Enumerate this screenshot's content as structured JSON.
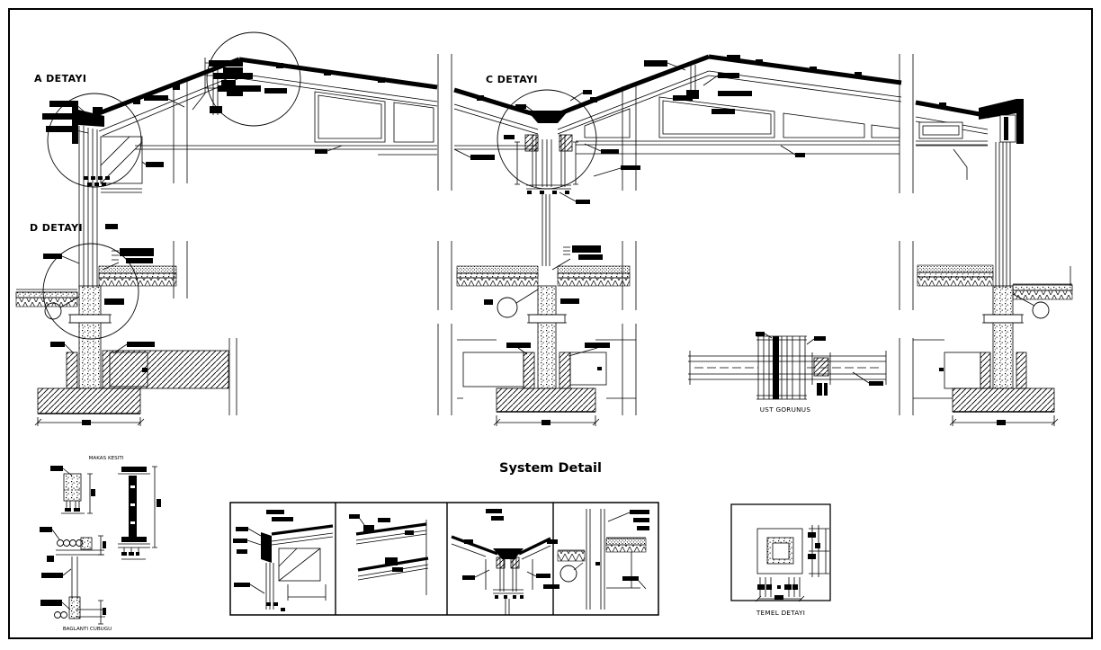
{
  "app": {
    "type": "cad-structural-drawing",
    "paper_color": "#ffffff",
    "ink_color": "#000000"
  },
  "section": {
    "detail_a_label": "A DETAYI",
    "detail_c_label": "C DETAYI",
    "detail_d_label": "D DETAYI"
  },
  "top_view": {
    "label": "UST GORUNUS"
  },
  "system_detail": {
    "title": "System Detail"
  },
  "foundation_detail": {
    "label": "TEMEL DETAYI"
  },
  "small_details": {
    "truss_section_label": "MAKAS KESITI",
    "tie_rod_label": "BAGLANTI CUBUGU"
  }
}
